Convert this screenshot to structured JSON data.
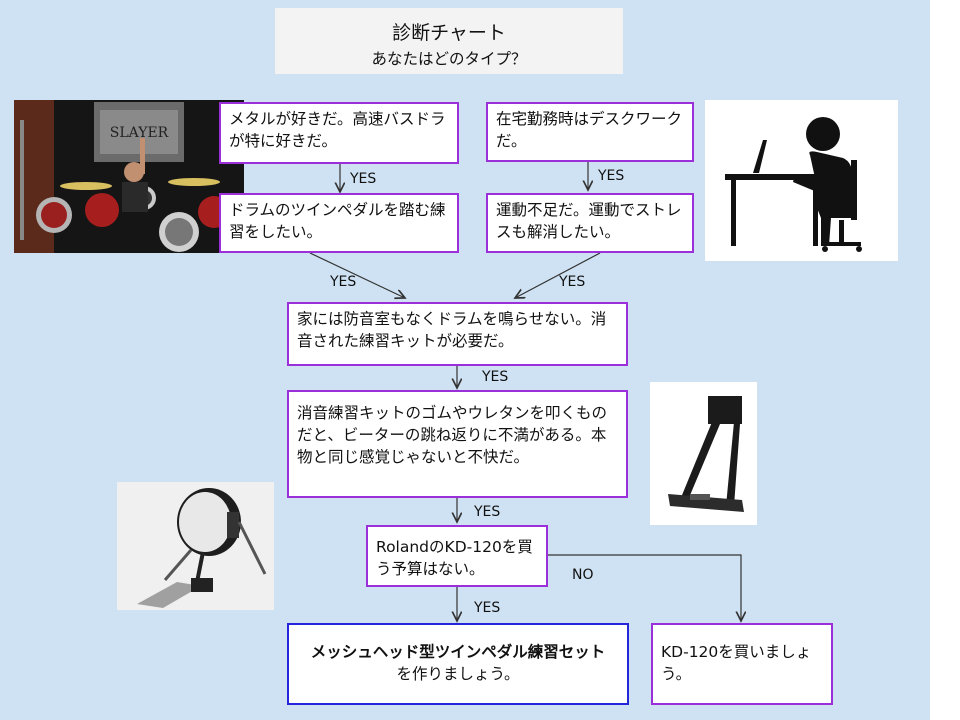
{
  "title": {
    "heading": "診断チャート",
    "subheading": "あなたはどのタイプ？"
  },
  "nodes": {
    "metal": "メタルが好きだ。高速バスドラが特に好きだ。",
    "wfh": "在宅勤務時はデスクワークだ。",
    "twin_pedal": "ドラムのツインペダルを踏む練習をしたい。",
    "exercise": "運動不足だ。運動でストレスも解消したい。",
    "soundproof": "家には防音室もなくドラムを鳴らせない。消音された練習キットが必要だ。",
    "rubber_pad": "消音練習キットのゴムやウレタンを叩くものだと、ビーターの跳ね返りに不満がある。本物と同じ感覚じゃないと不快だ。",
    "budget": "RolandのKD-120を買う予算はない。",
    "result_mesh_bold": "メッシュヘッド型ツインペダル練習セット",
    "result_mesh_rest": "を作りましょう。",
    "result_kd120": "KD-120を買いましょう。"
  },
  "edges": {
    "yes": "YES",
    "no": "NO"
  },
  "colors": {
    "background": "#cfe2f3",
    "node_border": "#9b2fd9",
    "result_border": "#2525d9"
  }
}
